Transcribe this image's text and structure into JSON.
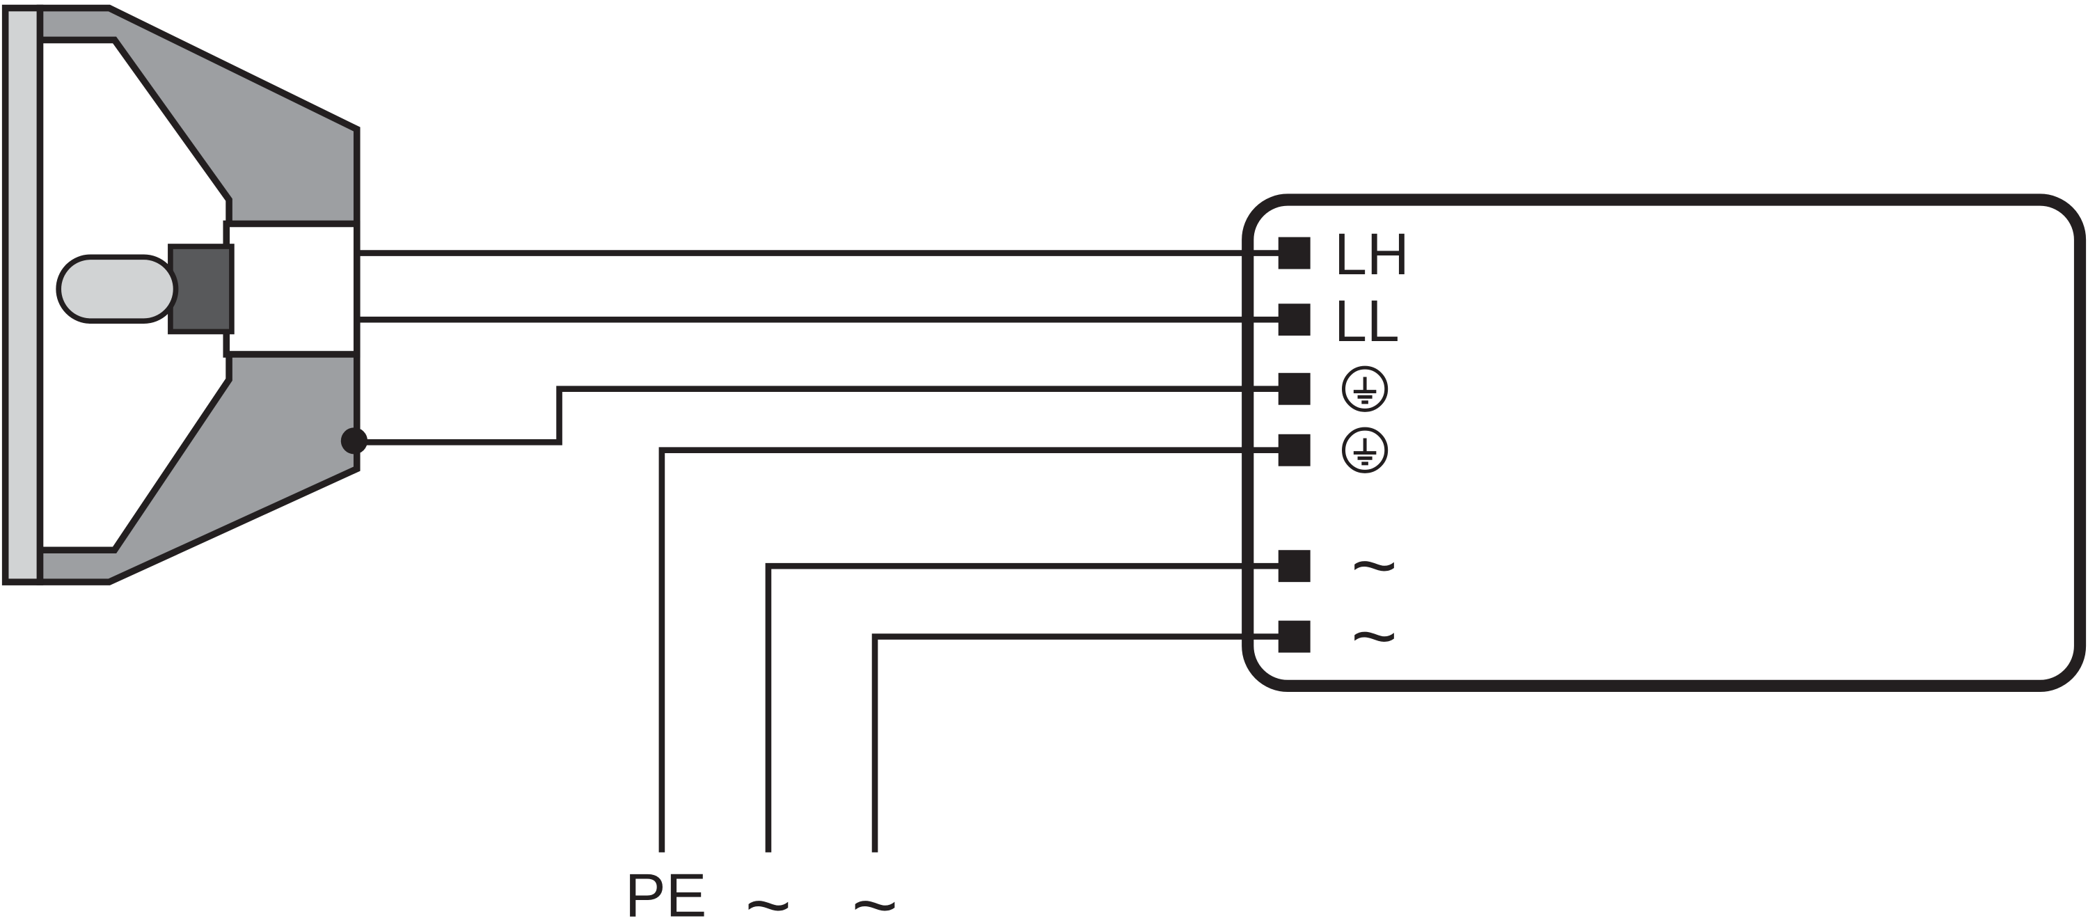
{
  "diagram": {
    "kind": "wiring-schematic",
    "description": "Reflector lamp wired to a control-gear box with six terminals and mains input leads"
  },
  "ballast": {
    "terminals": [
      {
        "name": "lamp-high",
        "label": "LH",
        "kind": "text"
      },
      {
        "name": "lamp-low",
        "label": "LL",
        "kind": "text"
      },
      {
        "name": "earth-1",
        "label": "",
        "kind": "protective-earth-icon"
      },
      {
        "name": "earth-2",
        "label": "",
        "kind": "protective-earth-icon"
      },
      {
        "name": "mains-ac-1",
        "label": "~",
        "kind": "text"
      },
      {
        "name": "mains-ac-2",
        "label": "~",
        "kind": "text"
      }
    ]
  },
  "mains_inputs": [
    {
      "label": "PE"
    },
    {
      "label": "~"
    },
    {
      "label": "~"
    }
  ],
  "colors": {
    "line": "#231f20",
    "lamp_body_gray": "#9d9fa2",
    "front_glass_gray": "#d1d3d4",
    "bulb_capsule_gray": "#d1d3d4",
    "bulb_base_gray": "#58595b",
    "background": "#ffffff"
  }
}
